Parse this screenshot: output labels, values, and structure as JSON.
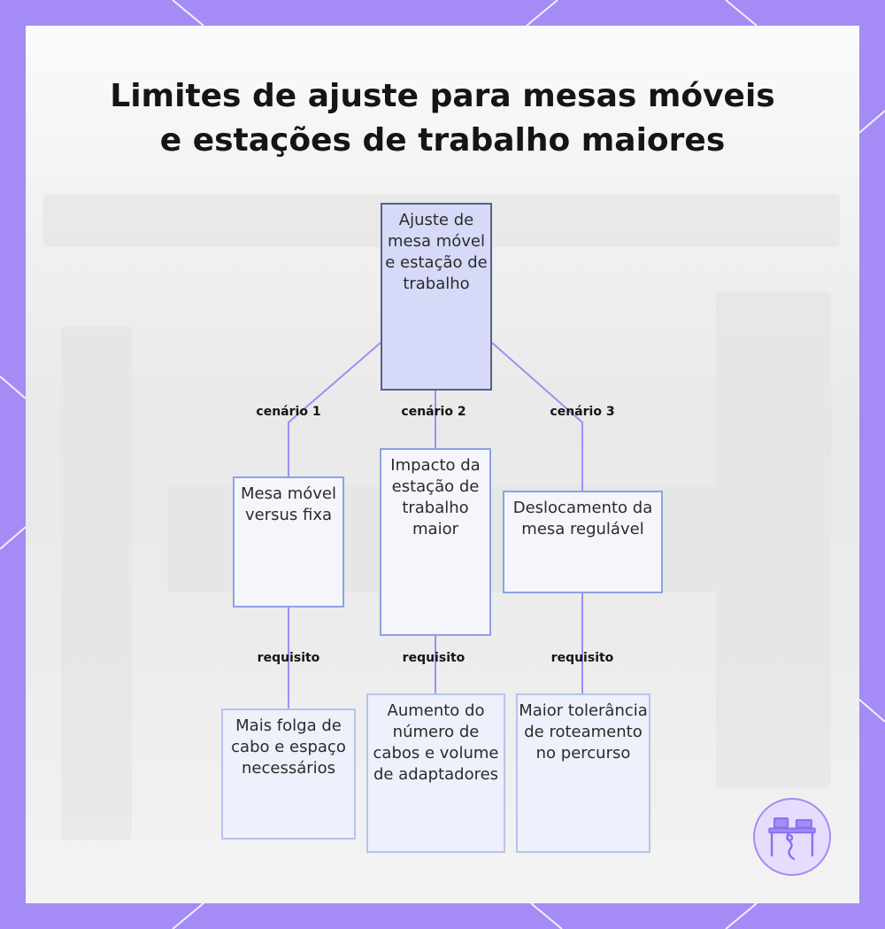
{
  "title": {
    "line1": "Limites de ajuste para mesas móveis",
    "line2": "e estações de trabalho maiores"
  },
  "colors": {
    "frame": "#a48bf5",
    "root_fill": "#d6daf8",
    "root_border": "#56608a",
    "node_border": "#8aa3e4",
    "connector": "#a48bf5"
  },
  "diagram": {
    "root": "Ajuste de mesa móvel e estação de trabalho",
    "branches": [
      {
        "edge_label": "cenário 1",
        "node": "Mesa móvel versus fixa",
        "child_edge_label": "requisito",
        "child": "Mais folga de cabo e espaço necessários"
      },
      {
        "edge_label": "cenário 2",
        "node": "Impacto da estação de trabalho maior",
        "child_edge_label": "requisito",
        "child": "Aumento do número de cabos e volume de adaptadores"
      },
      {
        "edge_label": "cenário 3",
        "node": "Deslocamento da mesa regulável",
        "child_edge_label": "requisito",
        "child": "Maior tolerância de roteamento no percurso"
      }
    ]
  },
  "logo_icon": "desk-cable-icon"
}
